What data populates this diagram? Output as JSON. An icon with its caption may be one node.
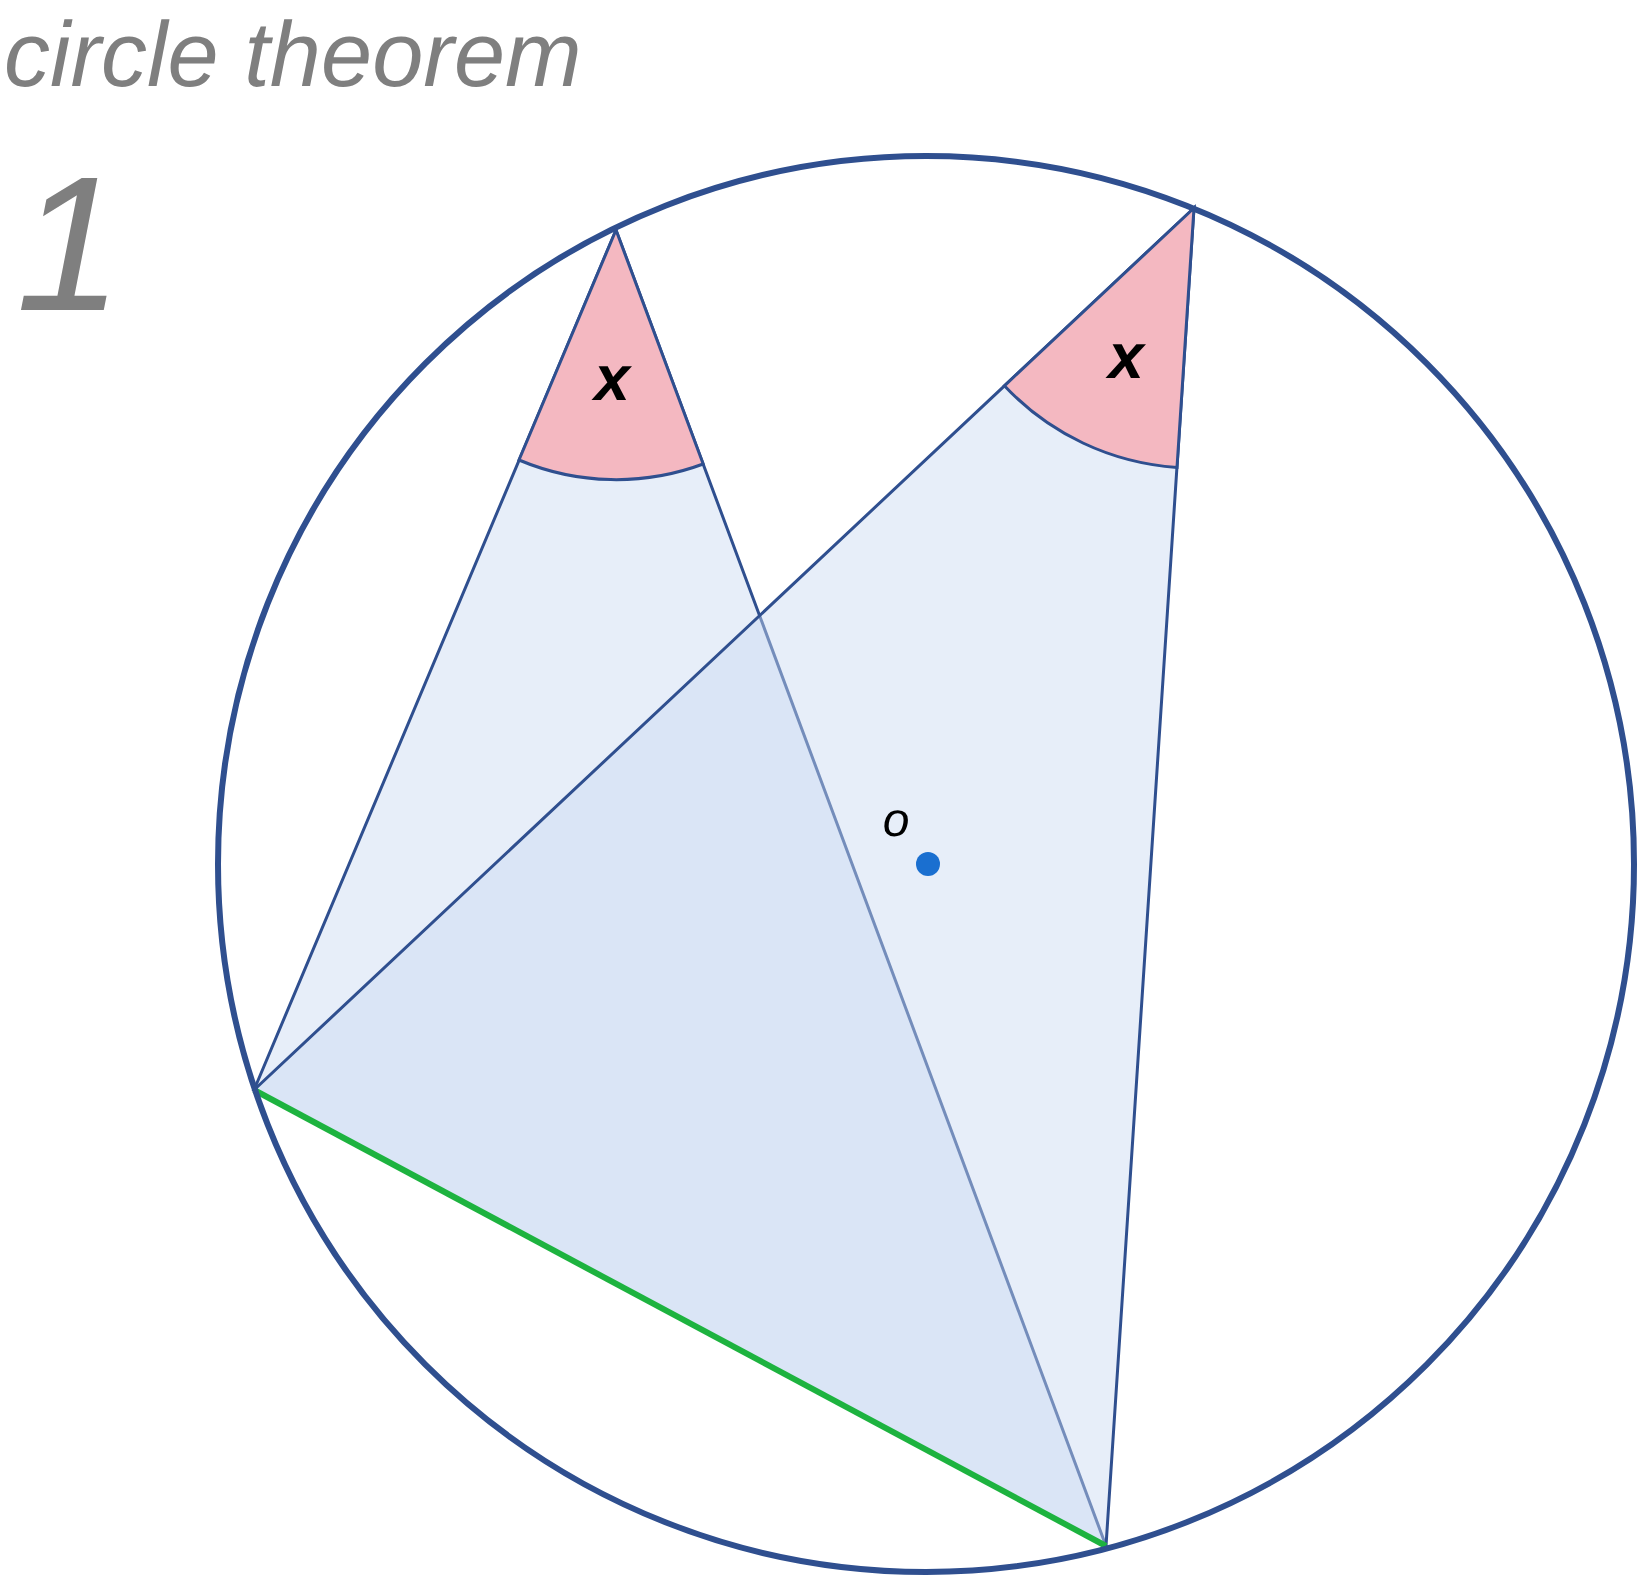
{
  "diagram": {
    "title": "circle theorem",
    "labels": [
      "1",
      "x",
      "x",
      "o"
    ]
  }
}
